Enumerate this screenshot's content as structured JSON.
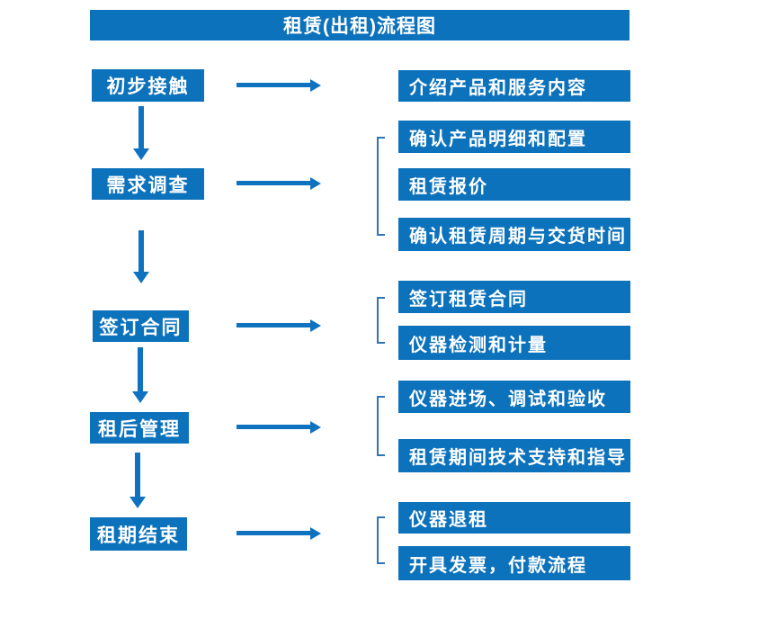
{
  "title": "租赁(出租)流程图",
  "colors": {
    "box_blue": "#0d72bc",
    "arrow_blue": "#0f72be",
    "bracket_blue": "#2e75b6",
    "text_white": "#ffffff"
  },
  "steps": [
    {
      "label": "初步接触",
      "details": [
        "介绍产品和服务内容"
      ]
    },
    {
      "label": "需求调查",
      "details": [
        "确认产品明细和配置",
        "租赁报价",
        "确认租赁周期与交货时间"
      ]
    },
    {
      "label": "签订合同",
      "details": [
        "签订租赁合同",
        "仪器检测和计量"
      ]
    },
    {
      "label": "租后管理",
      "details": [
        "仪器进场、调试和验收",
        "租赁期间技术支持和指导"
      ]
    },
    {
      "label": "租期结束",
      "details": [
        "仪器退租",
        "开具发票，付款流程"
      ]
    }
  ]
}
